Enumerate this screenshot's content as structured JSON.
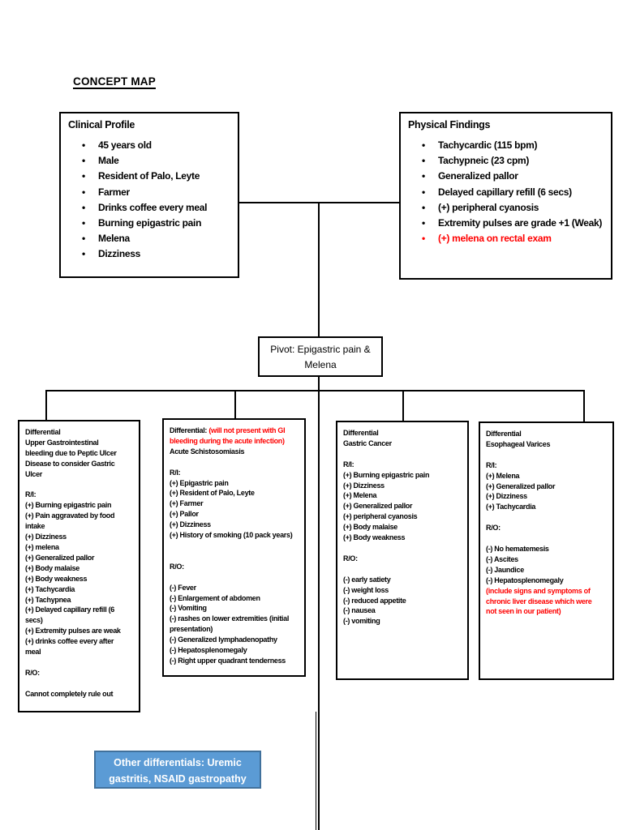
{
  "page": {
    "title": "CONCEPT MAP"
  },
  "colors": {
    "red": "#ff0000",
    "box_border": "#000000",
    "highlight_fill": "#5b9bd5",
    "highlight_border": "#41719c"
  },
  "clinical_profile": {
    "title": "Clinical Profile",
    "items": [
      {
        "text": "45 years old"
      },
      {
        "text": "Male"
      },
      {
        "text": "Resident of Palo, Leyte"
      },
      {
        "text": "Farmer"
      },
      {
        "text": "Drinks coffee every meal"
      },
      {
        "text": "Burning epigastric pain"
      },
      {
        "text": "Melena"
      },
      {
        "text": "Dizziness"
      }
    ]
  },
  "physical_findings": {
    "title": "Physical Findings",
    "items": [
      {
        "text": "Tachycardic (115 bpm)"
      },
      {
        "text": "Tachypneic (23 cpm)"
      },
      {
        "text": "Generalized pallor"
      },
      {
        "text": "Delayed capillary refill (6 secs)"
      },
      {
        "text": "(+) peripheral cyanosis"
      },
      {
        "text": "Extremity pulses are grade +1 (Weak)",
        "justify": true
      },
      {
        "text": "(+) melena on rectal exam",
        "red": true
      }
    ]
  },
  "pivot": {
    "label": "Pivot: Epigastric pain & Melena"
  },
  "differentials": [
    {
      "lines": [
        {
          "text": "Differential"
        },
        {
          "text": "Upper Gastrointestinal"
        },
        {
          "text": "bleeding due to Peptic Ulcer"
        },
        {
          "text": "Disease to consider Gastric"
        },
        {
          "text": "Ulcer"
        },
        {
          "blank": true
        },
        {
          "text": "R/I:"
        },
        {
          "text": "(+) Burning epigastric pain"
        },
        {
          "text": "(+) Pain aggravated by food"
        },
        {
          "text": "intake"
        },
        {
          "text": "(+) Dizziness"
        },
        {
          "text": "(+) melena"
        },
        {
          "text": "(+) Generalized pallor"
        },
        {
          "text": "(+) Body malaise"
        },
        {
          "text": "(+) Body weakness"
        },
        {
          "text": "(+) Tachycardia"
        },
        {
          "text": "(+) Tachypnea"
        },
        {
          "text": "(+) Delayed capillary refill (6"
        },
        {
          "text": "secs)"
        },
        {
          "text": "(+) Extremity pulses are weak"
        },
        {
          "text": "(+) drinks coffee every after"
        },
        {
          "text": "meal"
        },
        {
          "blank": true
        },
        {
          "text": "R/O:"
        },
        {
          "blank": true
        },
        {
          "text": "Cannot completely rule out"
        }
      ]
    },
    {
      "lines": [
        {
          "parts": [
            {
              "text": "Differential: "
            },
            {
              "text": "(will not present with GI",
              "red": true
            }
          ]
        },
        {
          "text": "bleeding during the acute infection)",
          "red": true
        },
        {
          "text": "Acute Schistosomiasis"
        },
        {
          "blank": true
        },
        {
          "text": "R/I:"
        },
        {
          "text": "(+) Epigastric pain"
        },
        {
          "text": "(+) Resident of Palo, Leyte"
        },
        {
          "text": "(+) Farmer"
        },
        {
          "text": "(+) Pallor"
        },
        {
          "text": "(+) Dizziness"
        },
        {
          "text": "(+) History of smoking (10 pack years)"
        },
        {
          "blank": true
        },
        {
          "blank": true
        },
        {
          "text": "R/O:"
        },
        {
          "blank": true
        },
        {
          "text": "(-) Fever"
        },
        {
          "text": "(-) Enlargement of abdomen"
        },
        {
          "text": "(-) Vomiting"
        },
        {
          "text": "(-) rashes on lower extremities (initial"
        },
        {
          "text": "presentation)"
        },
        {
          "text": "(-) Generalized lymphadenopathy"
        },
        {
          "text": "(-) Hepatosplenomegaly"
        },
        {
          "text": "(-) Right upper quadrant tenderness"
        }
      ]
    },
    {
      "lines": [
        {
          "text": "Differential"
        },
        {
          "text": "Gastric Cancer"
        },
        {
          "blank": true
        },
        {
          "text": "R/I:"
        },
        {
          "text": "(+) Burning epigastric pain"
        },
        {
          "text": "(+) Dizziness"
        },
        {
          "text": "(+) Melena"
        },
        {
          "text": "(+) Generalized pallor"
        },
        {
          "text": "(+) peripheral cyanosis"
        },
        {
          "text": "(+) Body malaise"
        },
        {
          "text": "(+) Body weakness"
        },
        {
          "blank": true
        },
        {
          "text": "R/O:"
        },
        {
          "blank": true
        },
        {
          "text": "(-) early satiety"
        },
        {
          "text": "(-) weight loss"
        },
        {
          "text": "(-) reduced appetite"
        },
        {
          "text": "(-) nausea"
        },
        {
          "text": "(-) vomiting"
        }
      ]
    },
    {
      "lines": [
        {
          "text": "Differential"
        },
        {
          "text": "Esophageal Varices"
        },
        {
          "blank": true
        },
        {
          "text": "R/I:"
        },
        {
          "text": "(+) Melena"
        },
        {
          "text": "(+) Generalized pallor"
        },
        {
          "text": "(+) Dizziness"
        },
        {
          "text": "(+) Tachycardia"
        },
        {
          "blank": true
        },
        {
          "text": "R/O:"
        },
        {
          "blank": true
        },
        {
          "text": "(-) No hematemesis"
        },
        {
          "text": "(-) Ascites"
        },
        {
          "text": "(-) Jaundice"
        },
        {
          "text": "(-) Hepatosplenomegaly"
        },
        {
          "text": "(include signs and symptoms of",
          "red": true
        },
        {
          "text": "chronic liver disease which were",
          "red": true
        },
        {
          "text": "not seen in our patient)",
          "red": true
        }
      ]
    }
  ],
  "other_differentials": {
    "label": "Other differentials: Uremic gastritis, NSAID gastropathy"
  }
}
